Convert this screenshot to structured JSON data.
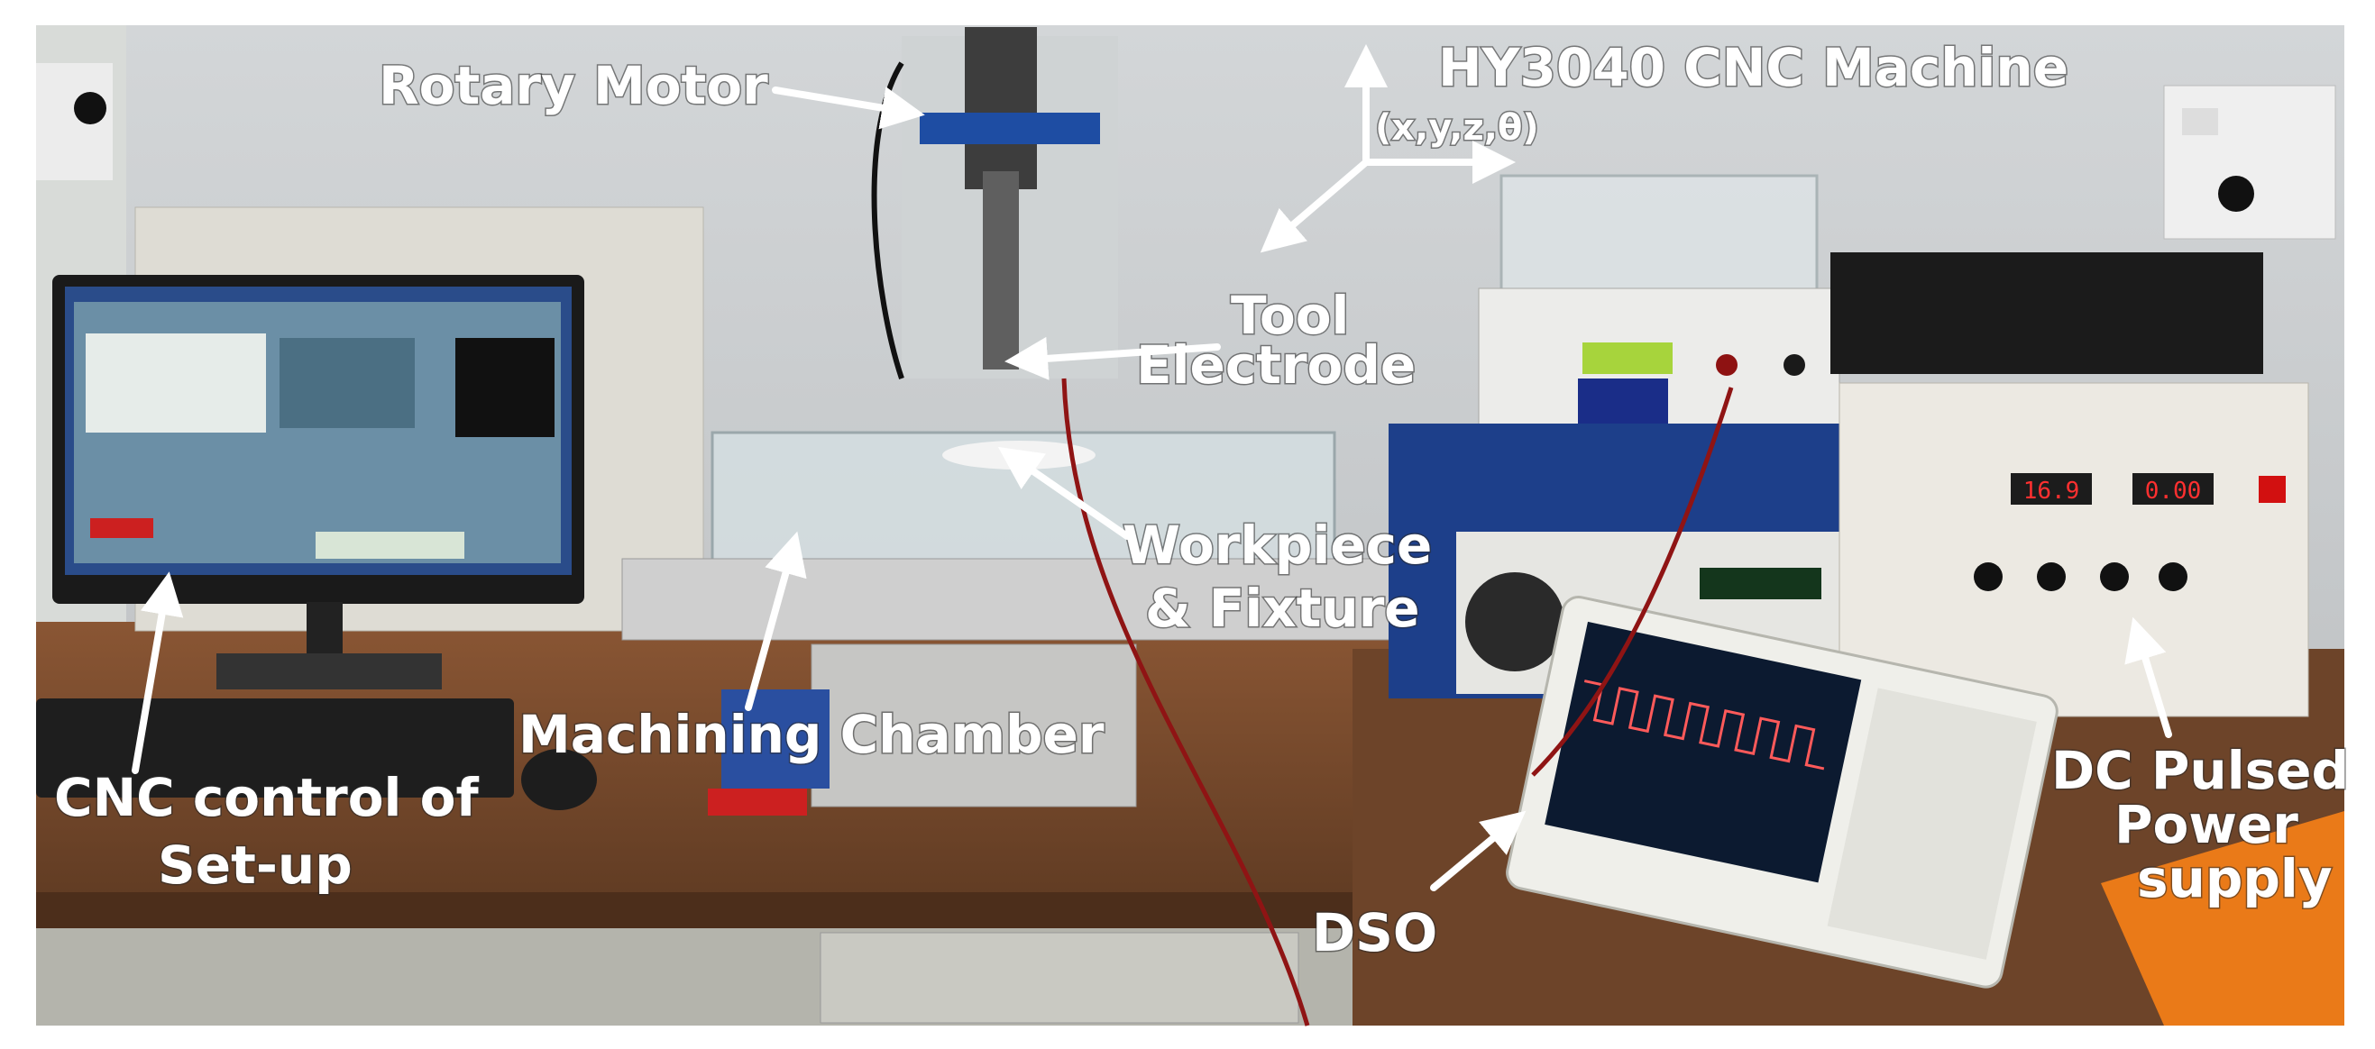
{
  "labels": {
    "rotary_motor": "Rotary Motor",
    "cnc_machine": "HY3040 CNC Machine",
    "axes": "(x,y,z,θ)",
    "tool_line1": "Tool",
    "tool_line2": "Electrode",
    "workpiece_line1": "Workpiece",
    "workpiece_line2": "& Fixture",
    "machining_chamber": "Machining Chamber",
    "cnc_control_line1": "CNC control of",
    "cnc_control_line2": "Set-up",
    "dso": "DSO",
    "dc_line1": "DC Pulsed",
    "dc_line2": "Power",
    "dc_line3": "supply"
  },
  "device_readouts": {
    "voltage": "16.9",
    "current": "0.00"
  },
  "colors": {
    "wall": "#c9cdd0",
    "desk": "#7a4a2c",
    "annotation_text": "#ffffff"
  }
}
